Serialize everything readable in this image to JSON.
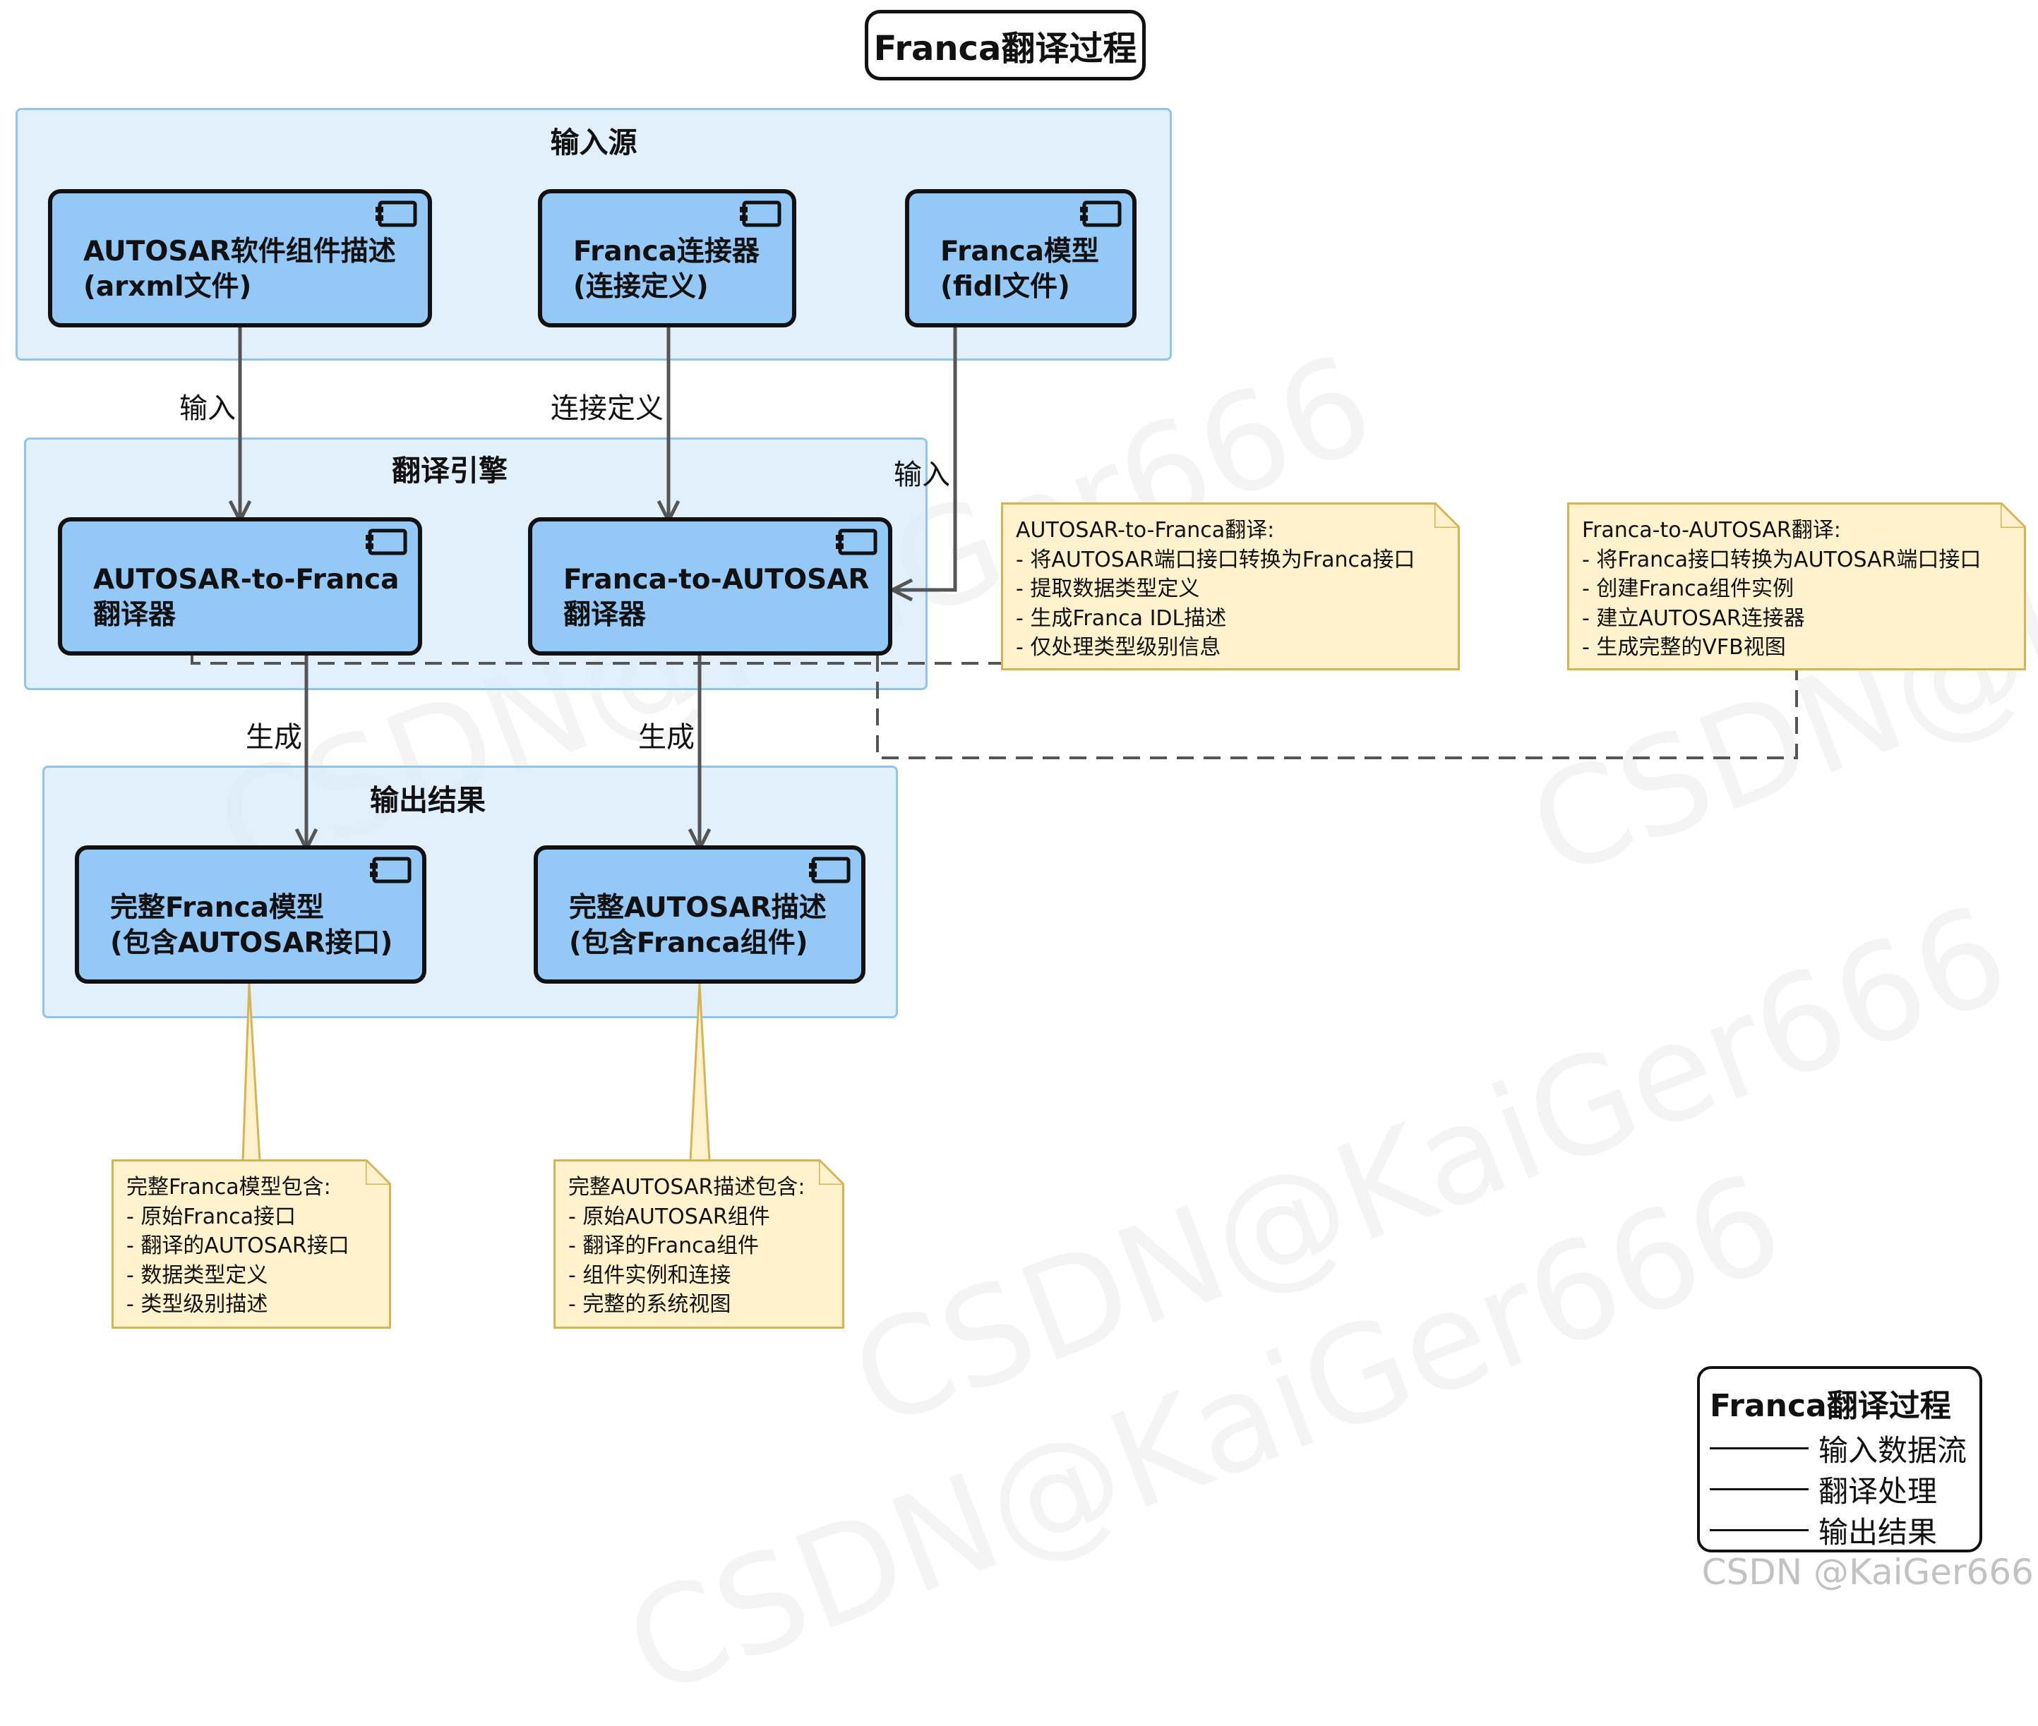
{
  "title": "Franca翻译过程",
  "packages": {
    "input": {
      "title": "输入源"
    },
    "engine": {
      "title": "翻译引擎"
    },
    "output": {
      "title": "输出结果"
    }
  },
  "components": {
    "arxml": {
      "line1": "AUTOSAR软件组件描述",
      "line2": "(arxml文件)"
    },
    "connector": {
      "line1": "Franca连接器",
      "line2": "(连接定义)"
    },
    "fidl": {
      "line1": "Franca模型",
      "line2": "(fidl文件)"
    },
    "a2f": {
      "line1": "AUTOSAR-to-Franca",
      "line2": "翻译器"
    },
    "f2a": {
      "line1": "Franca-to-AUTOSAR",
      "line2": "翻译器"
    },
    "full_franca": {
      "line1": "完整Franca模型",
      "line2": "(包含AUTOSAR接口)"
    },
    "full_autosar": {
      "line1": "完整AUTOSAR描述",
      "line2": "(包含Franca组件)"
    }
  },
  "edges": {
    "arxml_to_a2f": "输入",
    "connector_to_f2a": "连接定义",
    "fidl_to_f2a": "输入",
    "a2f_to_out": "生成",
    "f2a_to_out": "生成"
  },
  "notes": {
    "a2f": [
      "AUTOSAR-to-Franca翻译:",
      "- 将AUTOSAR端口接口转换为Franca接口",
      "- 提取数据类型定义",
      "- 生成Franca IDL描述",
      "- 仅处理类型级别信息"
    ],
    "f2a": [
      "Franca-to-AUTOSAR翻译:",
      "- 将Franca接口转换为AUTOSAR端口接口",
      "- 创建Franca组件实例",
      "- 建立AUTOSAR连接器",
      "- 生成完整的VFB视图"
    ],
    "full_franca": [
      "完整Franca模型包含:",
      "- 原始Franca接口",
      "- 翻译的AUTOSAR接口",
      "- 数据类型定义",
      "- 类型级别描述"
    ],
    "full_autosar": [
      "完整AUTOSAR描述包含:",
      "- 原始AUTOSAR组件",
      "- 翻译的Franca组件",
      "- 组件实例和连接",
      "- 完整的系统视图"
    ]
  },
  "legend": {
    "title": "Franca翻译过程",
    "items": [
      "输入数据流",
      "翻译处理",
      "输出结果"
    ]
  },
  "watermark": "CSDN@KaiGer666",
  "footer_watermark": "CSDN @KaiGer666",
  "colors": {
    "package_fill": "#d6eafa",
    "package_border": "#90c6ee",
    "component_fill": "#93c8f7",
    "note_fill": "#fff2cc",
    "note_border": "#d7b354",
    "arrow": "#555555"
  }
}
